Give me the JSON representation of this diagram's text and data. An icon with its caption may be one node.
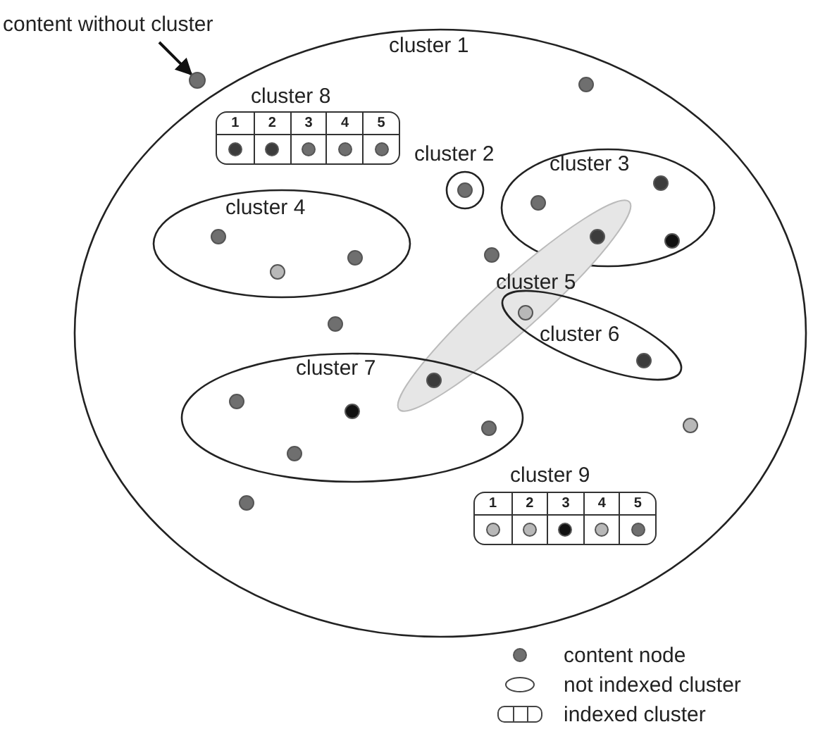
{
  "diagram": {
    "nodes": [
      {
        "text": [
          "content without cluster"
        ]
      },
      {
        "text": [],
        "shape": "circle"
      },
      {
        "text": [
          "cluster 1"
        ]
      },
      {
        "text": [
          "cluster 8"
        ],
        "in": 2
      },
      {
        "text": [
          "cluster 2"
        ],
        "in": 2
      },
      {
        "text": [
          "cluster 3"
        ],
        "in": 2
      },
      {
        "text": [
          "cluster 4"
        ],
        "in": 2
      },
      {
        "text": [
          "cluster 5"
        ],
        "in": 2
      },
      {
        "text": [
          "cluster 6"
        ],
        "in": 2
      },
      {
        "text": [
          "cluster 7"
        ],
        "in": 2
      },
      {
        "text": [
          "cluster 9"
        ],
        "in": 2
      }
    ],
    "edges": [
      {
        "from": 0,
        "to": 1,
        "arrow": "to"
      }
    ],
    "labels": [
      "1",
      "2",
      "3",
      "4",
      "5",
      "1",
      "2",
      "3",
      "4",
      "5"
    ],
    "legend": [
      {
        "text": "content node"
      },
      {
        "text": "not indexed cluster"
      },
      {
        "text": "indexed cluster"
      }
    ]
  }
}
